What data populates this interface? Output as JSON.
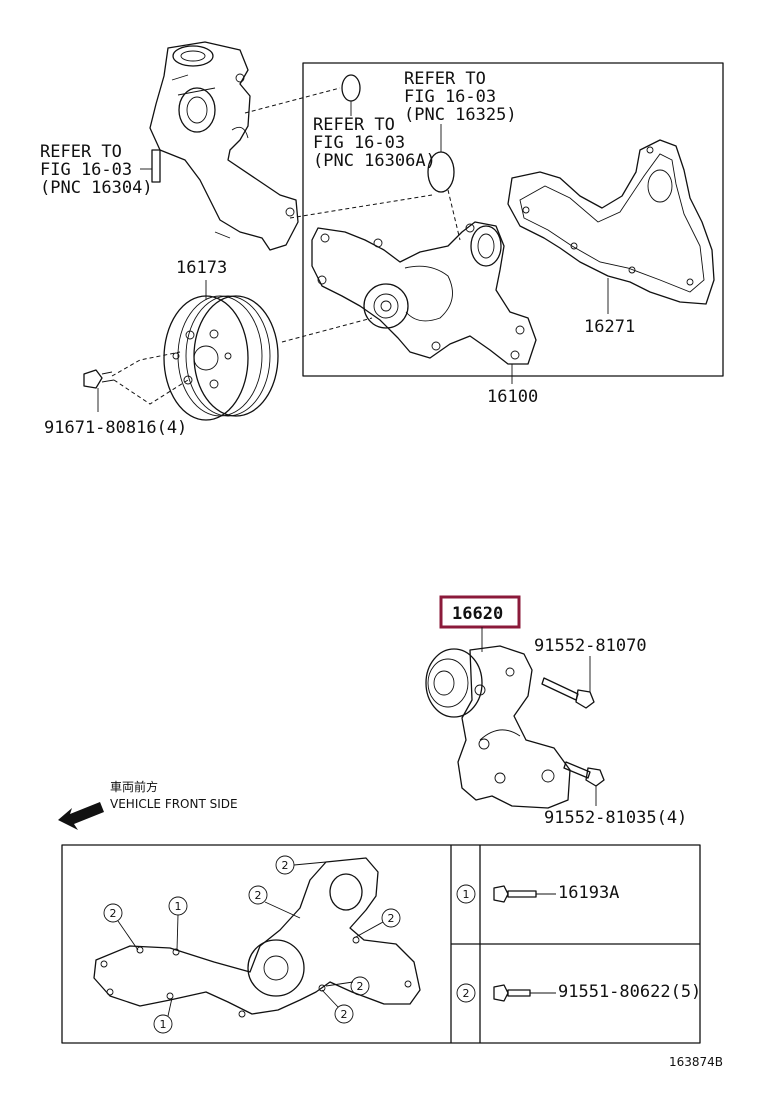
{
  "refs": {
    "ref_16304": [
      "REFER TO",
      "FIG 16-03",
      "(PNC 16304)"
    ],
    "ref_16306a": [
      "REFER TO",
      "FIG 16-03",
      "(PNC 16306A)"
    ],
    "ref_16325": [
      "REFER TO",
      "FIG 16-03",
      "(PNC 16325)"
    ]
  },
  "parts": {
    "pulley": "16173",
    "pulley_bolt": "91671-80816(4)",
    "water_pump": "16100",
    "gasket": "16271",
    "tensioner": "16620",
    "tensioner_bolt_a": "91552-81070",
    "tensioner_bolt_b": "91552-81035(4)"
  },
  "direction": {
    "japanese": "車両前方",
    "english": "VEHICLE FRONT SIDE"
  },
  "legend": [
    {
      "num": "1",
      "part": "16193A"
    },
    {
      "num": "2",
      "part": "91551-80622(5)"
    }
  ],
  "figure_id": "163874B",
  "colors": {
    "highlight_box": "#8b1a3a"
  }
}
